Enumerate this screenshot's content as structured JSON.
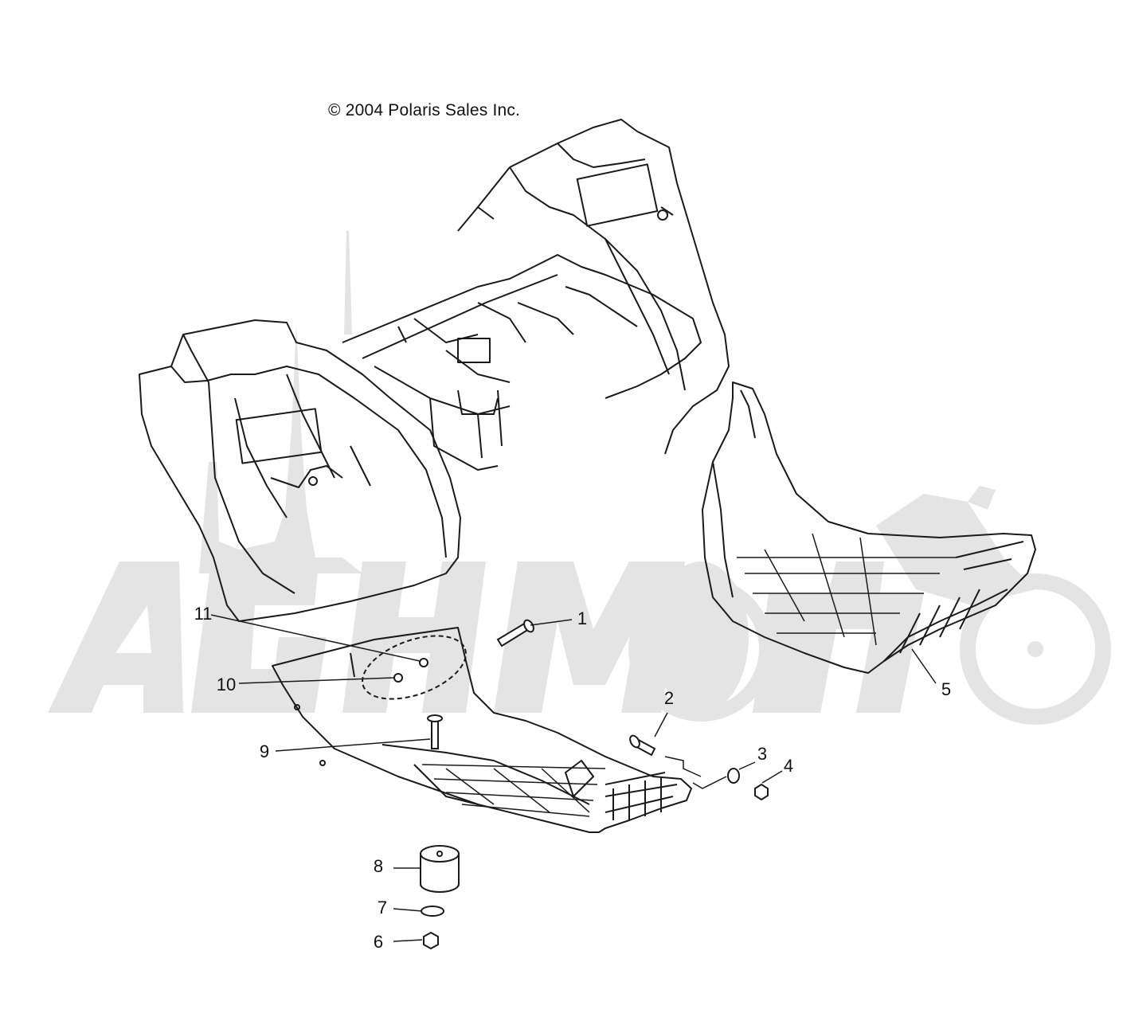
{
  "copyright": "© 2004 Polaris Sales Inc.",
  "watermark": {
    "text": "AGHMOTO",
    "color": "#e6e6e6"
  },
  "callouts": [
    {
      "id": "1",
      "label": "1"
    },
    {
      "id": "2",
      "label": "2"
    },
    {
      "id": "3",
      "label": "3"
    },
    {
      "id": "4",
      "label": "4"
    },
    {
      "id": "5",
      "label": "5"
    },
    {
      "id": "6",
      "label": "6"
    },
    {
      "id": "7",
      "label": "7"
    },
    {
      "id": "8",
      "label": "8"
    },
    {
      "id": "9",
      "label": "9"
    },
    {
      "id": "10",
      "label": "10"
    },
    {
      "id": "11",
      "label": "11"
    }
  ],
  "colors": {
    "line": "#1a1a1a",
    "watermark": "#e3e3e3",
    "background": "#ffffff"
  }
}
